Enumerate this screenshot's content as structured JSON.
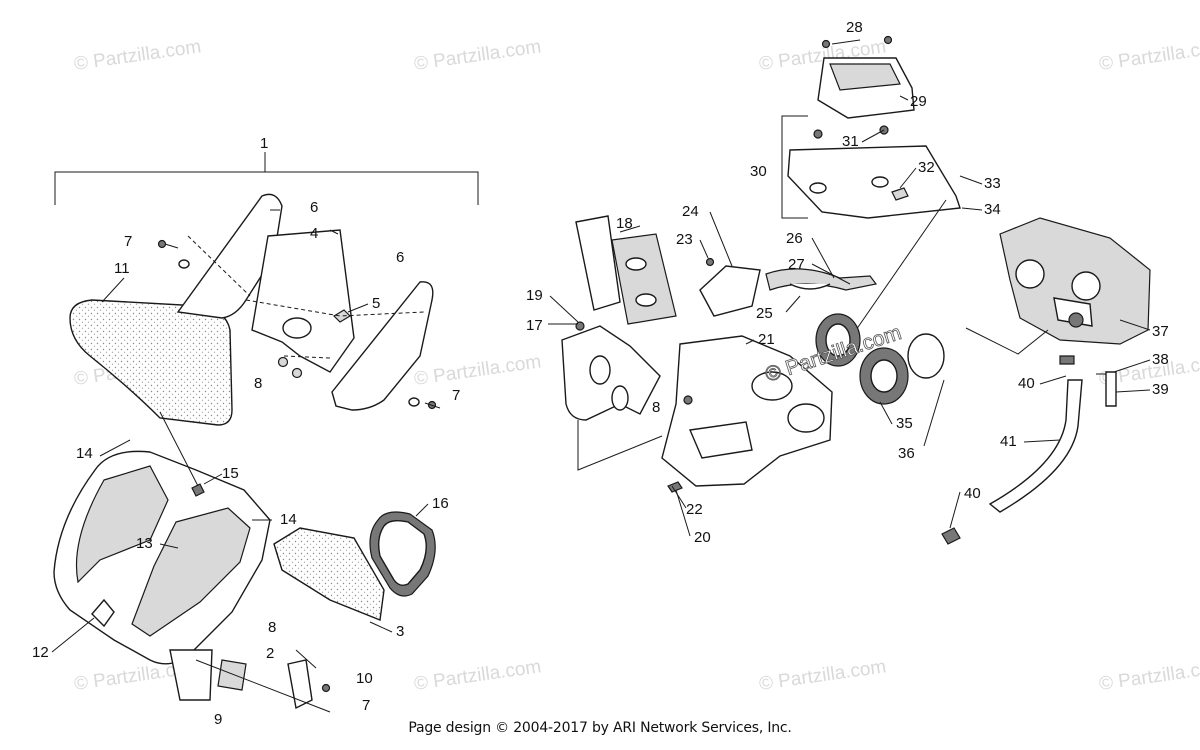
{
  "watermark": "© Partzilla.com",
  "footer": "Page design © 2004-2017 by ARI Network Services, Inc.",
  "callouts": [
    "1",
    "2",
    "3",
    "4",
    "5",
    "6",
    "6",
    "7",
    "7",
    "7",
    "8",
    "8",
    "8",
    "9",
    "10",
    "11",
    "12",
    "13",
    "14",
    "14",
    "15",
    "16",
    "17",
    "18",
    "19",
    "20",
    "21",
    "22",
    "23",
    "24",
    "25",
    "26",
    "27",
    "28",
    "29",
    "30",
    "31",
    "32",
    "33",
    "34",
    "35",
    "36",
    "37",
    "38",
    "39",
    "40",
    "40",
    "41"
  ]
}
